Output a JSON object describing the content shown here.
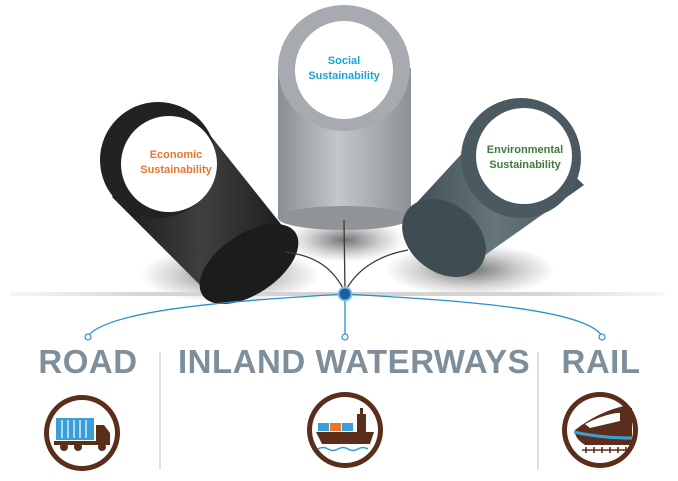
{
  "pillars": {
    "economic": {
      "line1": "Economic",
      "line2": "Sustainability",
      "color": "#e8752b"
    },
    "social": {
      "line1": "Social",
      "line2": "Sustainability",
      "color": "#1aa3d9"
    },
    "environmental": {
      "line1": "Environmental",
      "line2": "Sustainability",
      "color": "#3e7a3c"
    }
  },
  "modes": {
    "road": {
      "label": "ROAD",
      "icon": "truck-icon"
    },
    "inland_waterways": {
      "label": "INLAND WATERWAYS",
      "icon": "cargo-ship-icon"
    },
    "rail": {
      "label": "RAIL",
      "icon": "train-icon"
    }
  },
  "colors": {
    "label": "#7e8e9b",
    "icon_ring": "#5a2e1a",
    "connector": "#2a8fd0",
    "node": "#1e5f97"
  }
}
